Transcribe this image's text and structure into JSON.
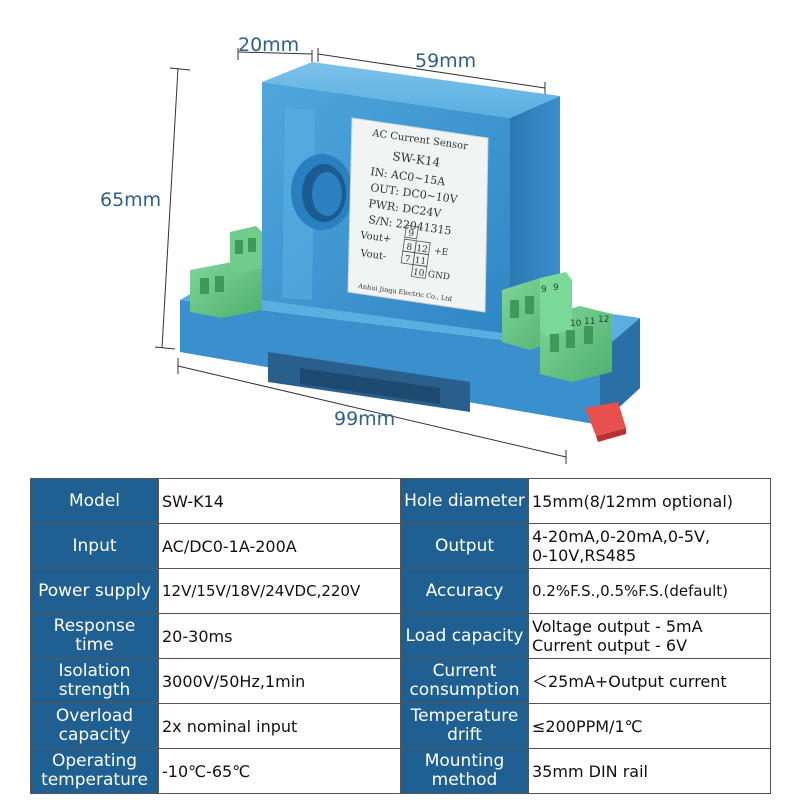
{
  "dimensions": {
    "depth": "20mm",
    "width": "59mm",
    "height": "65mm",
    "length": "99mm"
  },
  "device_label": {
    "title": "AC Current Sensor",
    "model": "SW-K14",
    "in": "IN: AC0~15A",
    "out": "OUT: DC0~10V",
    "pwr": "PWR: DC24V",
    "sn": "S/N: 22041315",
    "vout_plus": "Vout+",
    "vout_minus": "Vout-",
    "t9": "9",
    "t8": "8",
    "t12": "12",
    "t7": "7",
    "t11": "11",
    "t10": "10",
    "plus_e": "+E",
    "gnd": "GND",
    "maker": "Anhui Jinqu Electric Co., Ltd"
  },
  "terminal_marks": {
    "a": "9",
    "b": "9",
    "c": "10",
    "d": "11",
    "e": "12"
  },
  "specs": [
    {
      "left_label": "Model",
      "left_value": "SW-K14",
      "right_label": "Hole diameter",
      "right_value": "15mm(8/12mm optional)"
    },
    {
      "left_label": "Input",
      "left_value": "AC/DC0-1A-200A",
      "right_label": "Output",
      "right_value": "4-20mA,0-20mA,0-5V,\n0-10V,RS485"
    },
    {
      "left_label": "Power supply",
      "left_value": "12V/15V/18V/24VDC,220V",
      "right_label": "Accuracy",
      "right_value": "0.2%F.S.,0.5%F.S.(default)"
    },
    {
      "left_label": "Response\ntime",
      "left_value": "20-30ms",
      "right_label": "Load capacity",
      "right_value": "Voltage output - 5mA\nCurrent output - 6V"
    },
    {
      "left_label": "Isolation\nstrength",
      "left_value": "3000V/50Hz,1min",
      "right_label": "Current\nconsumption",
      "right_value": "＜25mA+Output current"
    },
    {
      "left_label": "Overload\ncapacity",
      "left_value": "2x nominal input",
      "right_label": "Temperature\ndrift",
      "right_value": "≤200PPM/1℃"
    },
    {
      "left_label": "Operating\ntemperature",
      "left_value": "-10℃-65℃",
      "right_label": "Mounting\nmethod",
      "right_value": "35mm DIN rail"
    }
  ]
}
